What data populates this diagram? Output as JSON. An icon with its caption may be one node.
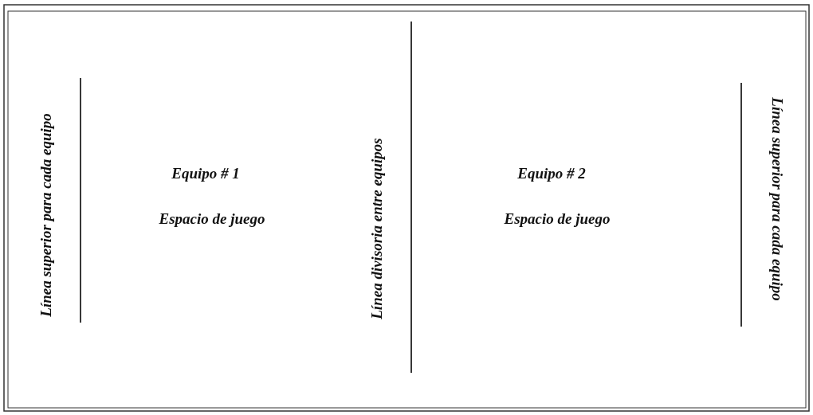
{
  "diagram": {
    "labels": [
      "Línea superior para cada equipo",
      "Equipo # 1",
      "Espacio de juego",
      "Línea divisoria entre equipos",
      "Equipo # 2",
      "Espacio de juego",
      "Línea superior para cada equipo"
    ]
  }
}
